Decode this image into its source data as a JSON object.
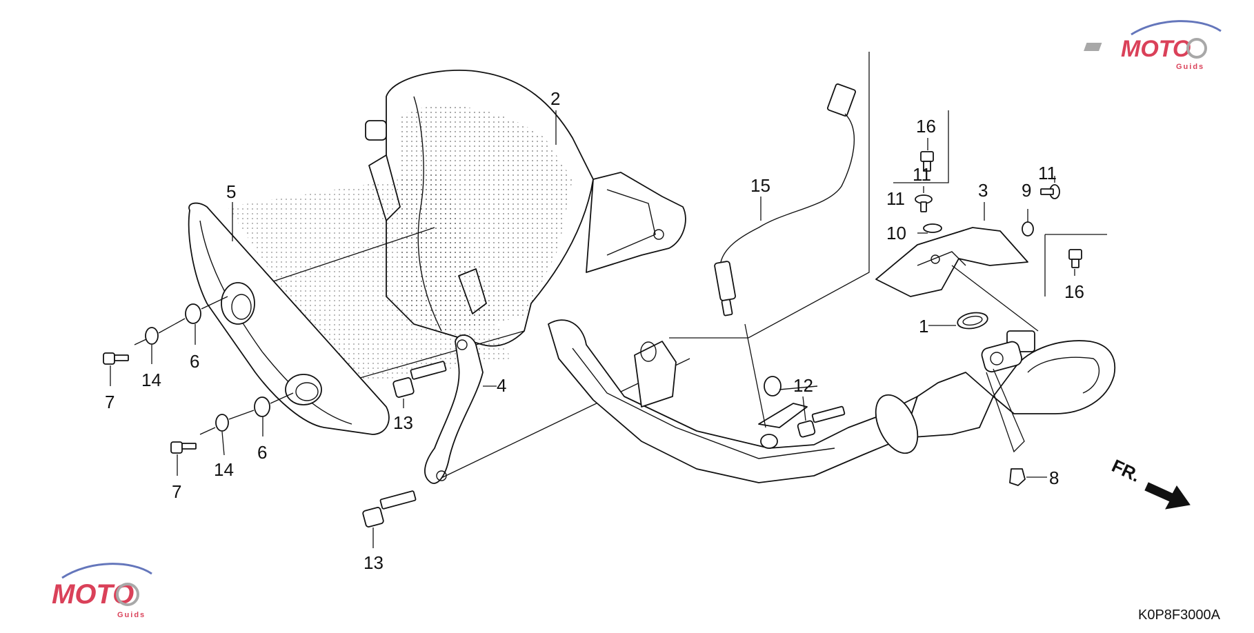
{
  "diagram": {
    "callouts": [
      "1",
      "2",
      "3",
      "4",
      "5",
      "6",
      "6",
      "7",
      "7",
      "8",
      "9",
      "10",
      "11",
      "11",
      "11",
      "12",
      "13",
      "13",
      "14",
      "14",
      "15",
      "16",
      "16"
    ],
    "direction_label": "FR.",
    "diagram_code": "K0P8F3000A"
  },
  "watermark": {
    "brand": "MOTO",
    "sub": "Guids",
    "colors": {
      "red": "#d4213d",
      "grey": "#9a9a9a",
      "blue": "#4a5fb0"
    }
  }
}
